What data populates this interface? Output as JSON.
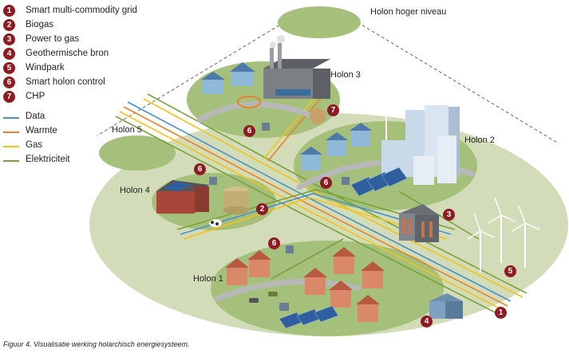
{
  "legend": {
    "items": [
      {
        "num": "1",
        "label": "Smart multi-commodity grid"
      },
      {
        "num": "2",
        "label": "Biogas"
      },
      {
        "num": "3",
        "label": "Power to gas"
      },
      {
        "num": "4",
        "label": "Geothermische bron"
      },
      {
        "num": "5",
        "label": "Windpark"
      },
      {
        "num": "6",
        "label": "Smart holon control"
      },
      {
        "num": "7",
        "label": "CHP"
      }
    ],
    "lines": [
      {
        "label": "Data",
        "color": "#4a90c8"
      },
      {
        "label": "Warmte",
        "color": "#e8822c"
      },
      {
        "label": "Gas",
        "color": "#f2c318"
      },
      {
        "label": "Elektriciteit",
        "color": "#7aa23c"
      }
    ]
  },
  "holons": {
    "top": "Holon hoger niveau",
    "h1": "Holon 1",
    "h2": "Holon 2",
    "h3": "Holon 3",
    "h4": "Holon 4",
    "h5": "Holon 5"
  },
  "markers": {
    "m1": "1",
    "m2": "2",
    "m3": "3",
    "m4": "4",
    "m5": "5",
    "m6a": "6",
    "m6b": "6",
    "m6c": "6",
    "m6d": "6",
    "m7": "7"
  },
  "caption": "Figuur 4.  Visualisatie werking holarchisch energiesysteem.",
  "colors": {
    "badge": "#8e1b21",
    "ground": "#d3dcb8",
    "holon_green": "#a5c07a",
    "road": "#b8b8b8"
  }
}
